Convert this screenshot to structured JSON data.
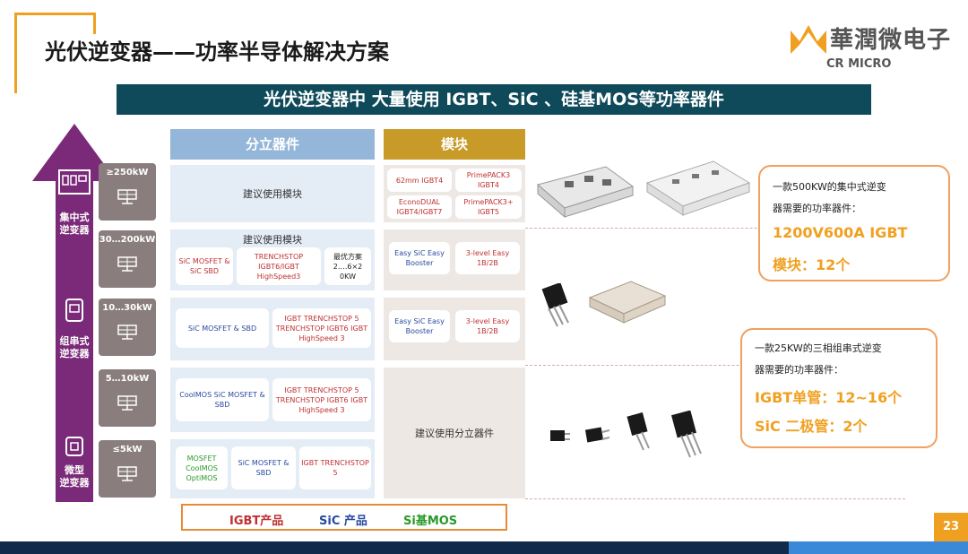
{
  "title": "光伏逆变器——功率半导体解决方案",
  "logo": {
    "cn": "華潤微电子",
    "en": "CR MICRO"
  },
  "banner": "光伏逆变器中 大量使用 IGBT、SiC 、硅基MOS等功率器件",
  "inverter_types": [
    {
      "label_line1": "集中式",
      "label_line2": "逆变器"
    },
    {
      "label_line1": "组串式",
      "label_line2": "逆变器"
    },
    {
      "label_line1": "微型",
      "label_line2": "逆变器"
    }
  ],
  "power_levels": [
    "≥250kW",
    "30…200kW",
    "10…30kW",
    "5…10kW",
    "≤5kW"
  ],
  "headers": {
    "discrete": "分立器件",
    "module": "模块"
  },
  "rows": {
    "r1": {
      "discrete": "建议使用模块",
      "modules": [
        "62mm IGBT4",
        "PrimePACK3 IGBT4",
        "EconoDUAL IGBT4/IGBT7",
        "PrimePACK3+ IGBT5"
      ]
    },
    "r2": {
      "discrete_title": "建议使用模块",
      "cells": [
        "SiC MOSFET & SiC SBD",
        "TRENCHSTOP IGBT6/IGBT HighSpeed3",
        "最优方案 2….6×2 0KW"
      ],
      "modules": [
        "Easy SiC Easy Booster",
        "3-level Easy 1B/2B"
      ]
    },
    "r3": {
      "cells": [
        "SiC MOSFET & SBD",
        "IGBT TRENCHSTOP 5 TRENCHSTOP IGBT6 IGBT HighSpeed 3"
      ],
      "modules": [
        "Easy SiC Easy Booster",
        "3-level Easy 1B/2B"
      ]
    },
    "r4": {
      "cells": [
        "CoolMOS SiC MOSFET & SBD",
        "IGBT TRENCHSTOP 5 TRENCHSTOP IGBT6 IGBT HighSpeed 3"
      ]
    },
    "r5": {
      "cells": [
        "MOSFET CoolMOS OptiMOS",
        "SiC MOSFET & SBD",
        "IGBT TRENCHSTOP 5"
      ]
    },
    "module_discrete": "建议使用分立器件"
  },
  "legend": {
    "igbt": "IGBT产品",
    "sic": "SiC 产品",
    "simos": "Si基MOS"
  },
  "callout1": {
    "line1": "一款500KW的集中式逆变",
    "line2": "器需要的功率器件：",
    "line3": "1200V600A IGBT",
    "line4": "模块：12个"
  },
  "callout2": {
    "line1": "一款25KW的三相组串式逆变",
    "line2": "器需要的功率器件：",
    "line3": "IGBT单管：12~16个",
    "line4": "SiC 二极管：2个"
  },
  "page_number": "23",
  "colors": {
    "accent": "#f0a020",
    "banner": "#0f4a5a",
    "arrow": "#7a2a78",
    "discrete_header": "#94b6d8",
    "module_header": "#c89a28"
  }
}
